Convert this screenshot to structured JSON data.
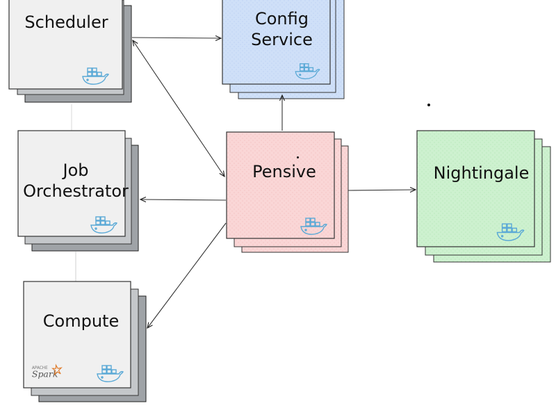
{
  "nodes": {
    "scheduler": {
      "label": "Scheduler",
      "color": "#f0f0f0",
      "shadow": "#9fa3a7",
      "icon": "docker-whale-icon"
    },
    "config_service": {
      "label_lines": [
        "Config",
        "Service"
      ],
      "color": "#cfe0f8",
      "icon": "docker-whale-icon"
    },
    "job_orchestrator": {
      "label_lines": [
        "Job",
        "Orchestrator"
      ],
      "color": "#f0f0f0",
      "shadow": "#9fa3a7",
      "icon": "docker-whale-icon"
    },
    "pensive": {
      "label": "Pensive",
      "color": "#fad6d6",
      "icon": "docker-whale-icon"
    },
    "nightingale": {
      "label": "Nightingale",
      "color": "#cdf1cf",
      "icon": "docker-whale-icon"
    },
    "compute": {
      "label": "Compute",
      "color": "#f0f0f0",
      "shadow": "#9fa3a7",
      "icons": [
        "spark-logo-icon",
        "docker-whale-icon"
      ]
    }
  },
  "edges": [
    {
      "from": "scheduler",
      "to": "config_service"
    },
    {
      "from": "pensive",
      "to": "scheduler"
    },
    {
      "from": "scheduler",
      "to": "pensive"
    },
    {
      "from": "pensive",
      "to": "config_service"
    },
    {
      "from": "pensive",
      "to": "job_orchestrator"
    },
    {
      "from": "pensive",
      "to": "nightingale"
    },
    {
      "from": "pensive",
      "to": "compute"
    }
  ]
}
